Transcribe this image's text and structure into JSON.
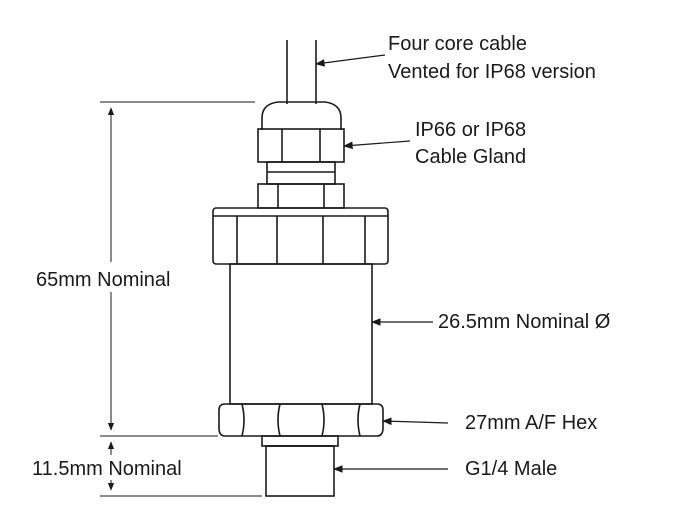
{
  "labels": {
    "cable_line1": "Four core cable",
    "cable_line2": "Vented for IP68 version",
    "gland_line1": "IP66 or IP68",
    "gland_line2": "Cable Gland",
    "diameter": "26.5mm Nominal Ø",
    "hex": "27mm A/F Hex",
    "thread": "G1/4 Male",
    "overall_length": "65mm Nominal",
    "thread_length": "11.5mm Nominal"
  },
  "colors": {
    "line": "#1a1a1a",
    "background": "#ffffff"
  }
}
